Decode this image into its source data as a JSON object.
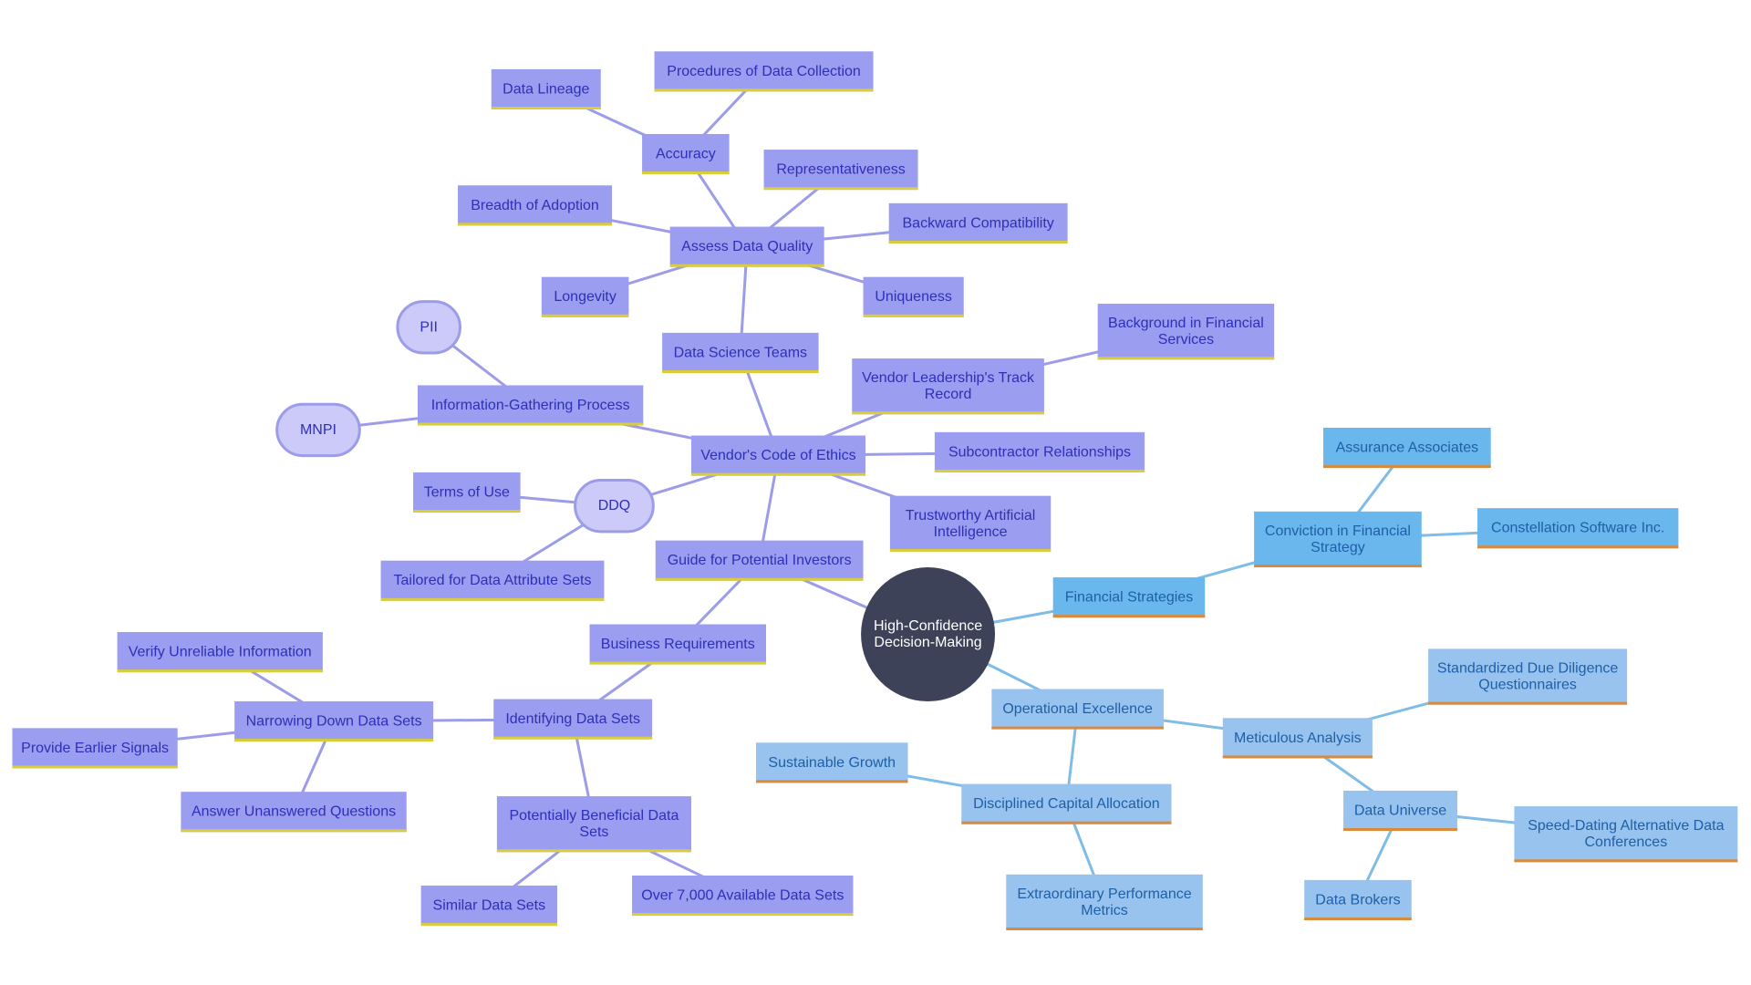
{
  "root": {
    "label": [
      "High-Confidence",
      "Decision-Making"
    ]
  },
  "nodes": {
    "guide": [
      "Guide for Potential Investors"
    ],
    "ethics": [
      "Vendor's Code of Ethics"
    ],
    "dst": [
      "Data Science Teams"
    ],
    "adq": [
      "Assess Data Quality"
    ],
    "accuracy": [
      "Accuracy"
    ],
    "lineage": [
      "Data Lineage"
    ],
    "procedures": [
      "Procedures of Data Collection"
    ],
    "representativeness": [
      "Representativeness"
    ],
    "backward": [
      "Backward Compatibility"
    ],
    "uniqueness": [
      "Uniqueness"
    ],
    "breadth": [
      "Breadth of Adoption"
    ],
    "longevity": [
      "Longevity"
    ],
    "igp": [
      "Information-Gathering Process"
    ],
    "pii": [
      "PII"
    ],
    "mnpi": [
      "MNPI"
    ],
    "ddq": [
      "DDQ"
    ],
    "terms": [
      "Terms of Use"
    ],
    "tailored": [
      "Tailored for Data Attribute Sets"
    ],
    "leadership": [
      "Vendor Leadership's Track",
      "Record"
    ],
    "background": [
      "Background in Financial",
      "Services"
    ],
    "subcontractor": [
      "Subcontractor Relationships"
    ],
    "trustworthy": [
      "Trustworthy Artificial",
      "Intelligence"
    ],
    "business": [
      "Business Requirements"
    ],
    "identifying": [
      "Identifying Data Sets"
    ],
    "narrowing": [
      "Narrowing Down Data Sets"
    ],
    "verify": [
      "Verify Unreliable Information"
    ],
    "signals": [
      "Provide Earlier Signals"
    ],
    "answer": [
      "Answer Unanswered Questions"
    ],
    "beneficial": [
      "Potentially Beneficial Data",
      "Sets"
    ],
    "similar": [
      "Similar Data Sets"
    ],
    "over7000": [
      "Over 7,000 Available Data Sets"
    ],
    "finstrat": [
      "Financial Strategies"
    ],
    "conviction": [
      "Conviction in Financial",
      "Strategy"
    ],
    "assurance": [
      "Assurance Associates"
    ],
    "constellation": [
      "Constellation Software Inc."
    ],
    "opex": [
      "Operational Excellence"
    ],
    "meticulous": [
      "Meticulous Analysis"
    ],
    "standardized": [
      "Standardized Due Diligence",
      "Questionnaires"
    ],
    "universe": [
      "Data Universe"
    ],
    "speed": [
      "Speed-Dating Alternative Data",
      "Conferences"
    ],
    "brokers": [
      "Data Brokers"
    ],
    "disciplined": [
      "Disciplined Capital Allocation"
    ],
    "sustainable": [
      "Sustainable Growth"
    ],
    "extraordinary": [
      "Extraordinary Performance",
      "Metrics"
    ]
  },
  "colors": {
    "purple_box": "#9b9df0",
    "purple_text": "#2f2fb7",
    "purple_pill": "#cbcaf9",
    "blue_box_dark": "#6ab7ed",
    "blue_box_light": "#98c3ee",
    "blue_text": "#1f5fa8",
    "root_fill": "#3e4259",
    "underline_yellow": "#d9cd3a",
    "underline_orange": "#d98a3c"
  }
}
